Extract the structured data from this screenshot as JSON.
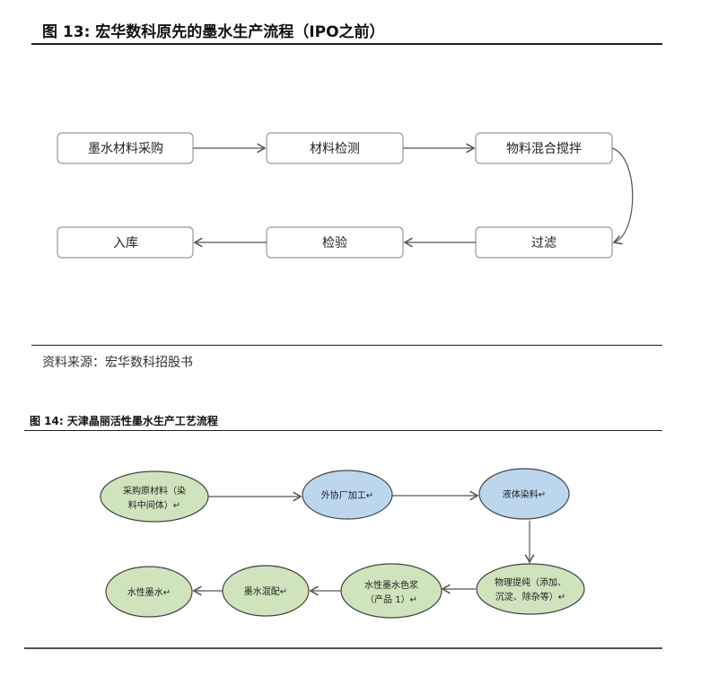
{
  "figure13": {
    "title": "图 13:  宏华数科原先的墨水生产流程（IPO之前）",
    "steps": [
      "墨水材料采购",
      "材料检测",
      "物料混合搅拌",
      "过滤",
      "检验",
      "入库"
    ],
    "source": "资料来源：宏华数科招股书"
  },
  "figure14": {
    "title": "图 14:  天津晶丽活性墨水生产工艺流程",
    "nodes": [
      {
        "line1": "采购原材料（染",
        "line2": "料中间体）↵",
        "color": "#cfe3bd"
      },
      {
        "line1": "外协厂加工↵",
        "line2": "",
        "color": "#bcd6ee"
      },
      {
        "line1": "液体染料↵",
        "line2": "",
        "color": "#bcd6ee"
      },
      {
        "line1": "物理提纯（添加、",
        "line2": "沉淀、除杂等）↵",
        "color": "#cfe3bd"
      },
      {
        "line1": "水性墨水色浆",
        "line2": "（产品 1）↵",
        "color": "#cfe3bd"
      },
      {
        "line1": "墨水混配↵",
        "line2": "",
        "color": "#cfe3bd"
      },
      {
        "line1": "水性墨水↵",
        "line2": "",
        "color": "#cfe3bd"
      }
    ]
  }
}
